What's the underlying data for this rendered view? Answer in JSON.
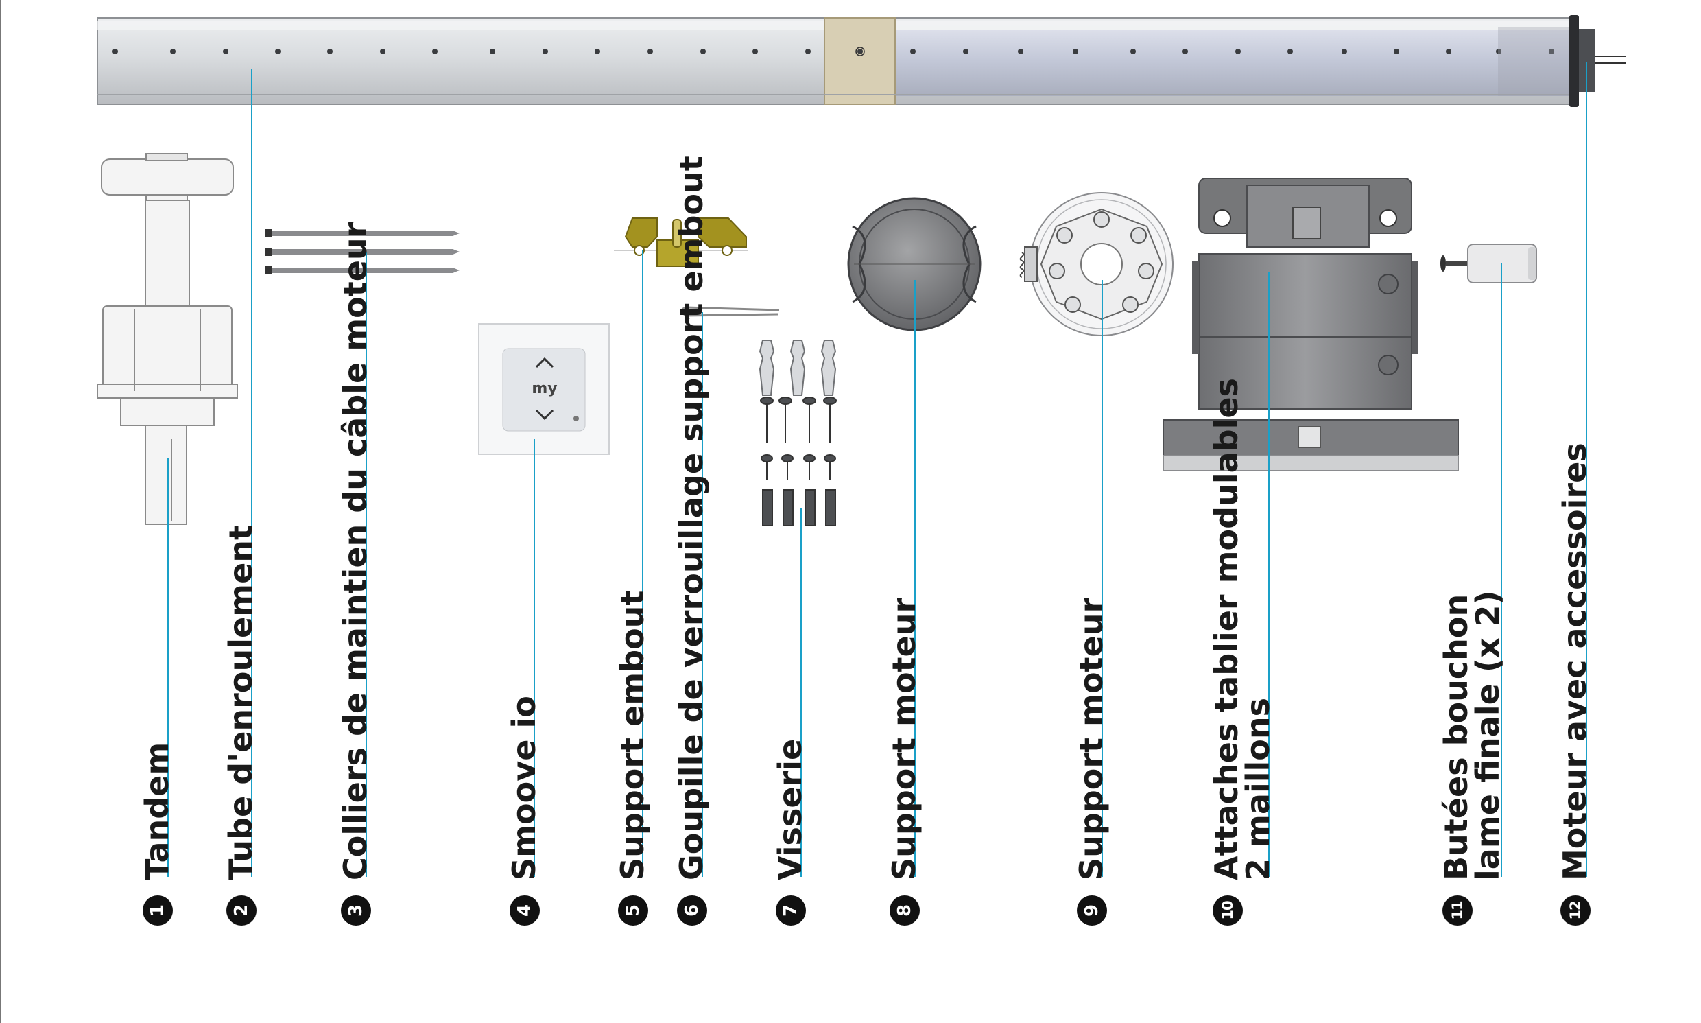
{
  "items": [
    {
      "num": "1",
      "label": "Tandem"
    },
    {
      "num": "2",
      "label": "Tube d'enroulement"
    },
    {
      "num": "3",
      "label": "Colliers de maintien du câble moteur"
    },
    {
      "num": "4",
      "label": "Smoove io"
    },
    {
      "num": "5",
      "label": "Support embout"
    },
    {
      "num": "6",
      "label": "Goupille de verrouillage support embout"
    },
    {
      "num": "7",
      "label": "Visserie"
    },
    {
      "num": "8",
      "label": "Support moteur"
    },
    {
      "num": "9",
      "label": "Support moteur"
    },
    {
      "num": "10",
      "label": "Attaches tablier modulables",
      "label2": "2 maillons"
    },
    {
      "num": "11",
      "label": "Butées bouchon",
      "label2": "lame finale (x 2)"
    },
    {
      "num": "12",
      "label": "Moteur avec accessoires"
    }
  ],
  "remote": {
    "up": "^",
    "my": "my",
    "down": "v"
  },
  "colors": {
    "leader": "#1aa0c8",
    "badge": "#111111",
    "tube": "#c9ccd0",
    "motor_tube": "#b7bccb",
    "bracket": "#9a8a1c"
  },
  "icons": [
    "tandem-part",
    "roller-tube",
    "cable-ties",
    "remote-control",
    "end-bracket",
    "locking-pin",
    "screws",
    "motor-support-round",
    "motor-support-plate",
    "slat-attachments",
    "end-stops",
    "motor"
  ]
}
